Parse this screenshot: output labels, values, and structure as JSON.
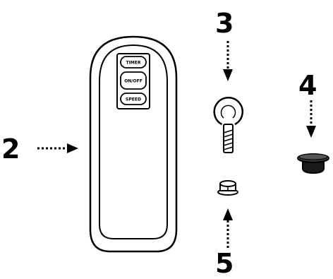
{
  "callouts": {
    "remote": "2",
    "eye_hook": "3",
    "cap": "4",
    "nut": "5"
  },
  "remote": {
    "buttons": [
      {
        "label": "TIMER"
      },
      {
        "label": "ON/OFF"
      },
      {
        "label": "SPEED"
      }
    ]
  },
  "colors": {
    "ink": "#000000",
    "paper": "#ffffff",
    "cap_fill": "#1a1a1a"
  }
}
